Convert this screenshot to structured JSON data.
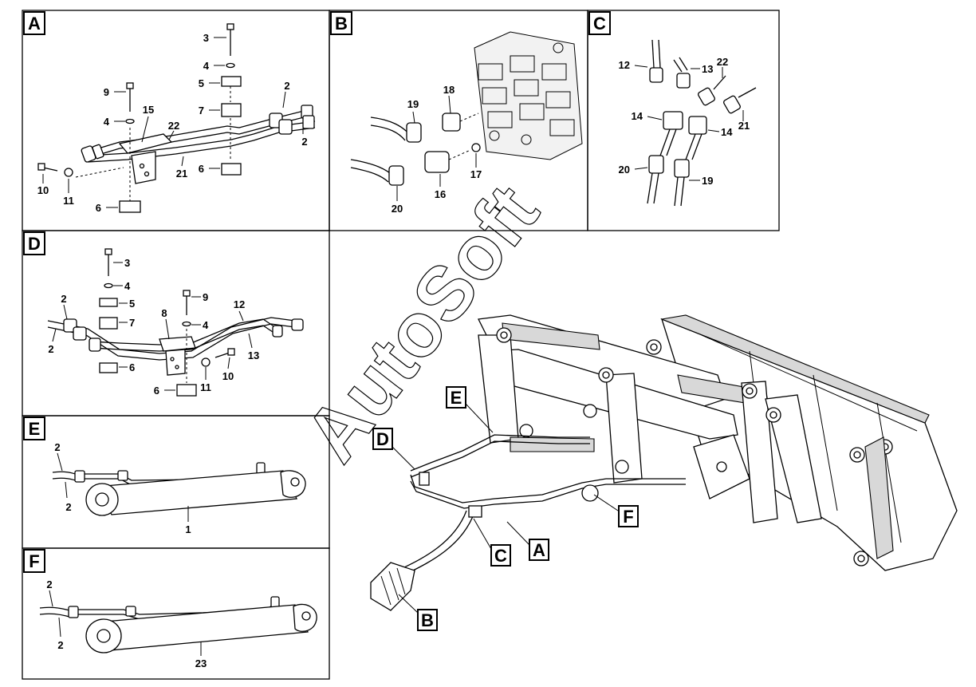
{
  "watermark": "AutoSoft",
  "panels": {
    "A": {
      "label": "A",
      "parts": [
        "3",
        "4",
        "5",
        "7",
        "9",
        "15",
        "22",
        "4",
        "2",
        "2",
        "10",
        "11",
        "21",
        "6",
        "6"
      ]
    },
    "B": {
      "label": "B",
      "parts": [
        "19",
        "18",
        "17",
        "16",
        "20"
      ]
    },
    "C": {
      "label": "C",
      "parts": [
        "12",
        "13",
        "22",
        "14",
        "14",
        "21",
        "20",
        "19"
      ]
    },
    "D": {
      "label": "D",
      "parts": [
        "3",
        "4",
        "5",
        "7",
        "9",
        "4",
        "2",
        "2",
        "8",
        "12",
        "13",
        "6",
        "11",
        "10",
        "6"
      ]
    },
    "E": {
      "label": "E",
      "parts": [
        "2",
        "2",
        "1"
      ]
    },
    "F": {
      "label": "F",
      "parts": [
        "2",
        "2",
        "23"
      ]
    }
  },
  "overview_callouts": [
    "E",
    "D",
    "F",
    "C",
    "A",
    "B"
  ]
}
